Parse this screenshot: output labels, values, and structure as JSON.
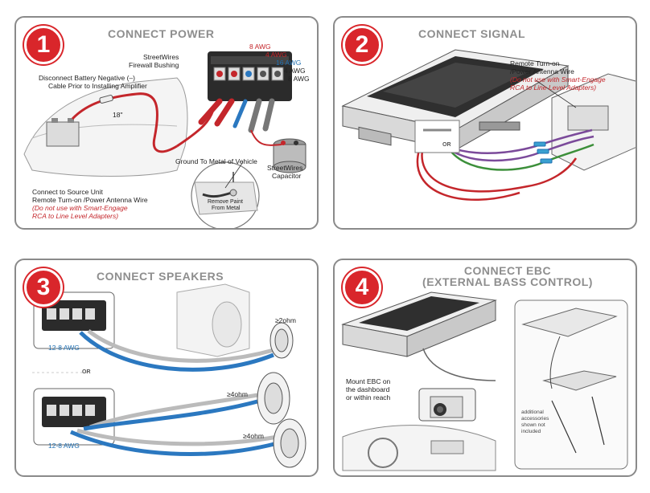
{
  "colors": {
    "accent_red": "#d9262b",
    "wire_red": "#c4262b",
    "wire_blue": "#2b78c0",
    "wire_green": "#3c8f3a",
    "wire_purple": "#7b4a9a",
    "title_gray": "#8e8e8e"
  },
  "panels": {
    "p1": {
      "number": "1",
      "title": "CONNECT POWER",
      "gauges": [
        "8 AWG",
        "4 AWG",
        "16 AWG",
        "4 AWG",
        "8 AWG"
      ],
      "firewall": "StreetWires\nFirewall Bushing",
      "battery_note_1": "Disconnect Battery Negative (–)",
      "battery_note_2": "Cable Prior to Installing Amplifier",
      "fuse_len": "18\"",
      "ground": "Ground To Metal of Vehicle",
      "capacitor_1": "StreetWires",
      "capacitor_2": "Capacitor",
      "source_1": "Connect to Source Unit",
      "source_2": "Remote Turn-on /Power Antenna Wire",
      "warn_1": "(Do not use with Smart-Engage",
      "warn_2": "RCA to Line Level Adapters)",
      "paint_1": "Remove Paint",
      "paint_2": "From Metal"
    },
    "p2": {
      "number": "2",
      "title": "CONNECT SIGNAL",
      "remote_1": "Remote Turn-on",
      "remote_2": "/Power Antenna Wire",
      "warn_1": "(Do not use with Smart-Engage",
      "warn_2": "RCA to Line Level Adapters)",
      "or": "OR"
    },
    "p3": {
      "number": "3",
      "title": "CONNECT SPEAKERS",
      "gauge_top": "12-8 AWG",
      "gauge_bottom": "12-8 AWG",
      "ohm_1": "≥2ohm",
      "ohm_2": "≥4ohm",
      "ohm_3": "≥4ohm",
      "or": "OR"
    },
    "p4": {
      "number": "4",
      "title_1": "CONNECT EBC",
      "title_2": "(EXTERNAL BASS CONTROL)",
      "mount_1": "Mount EBC on",
      "mount_2": "the dashboard",
      "mount_3": "or within reach",
      "acc_1": "additional",
      "acc_2": "accessories",
      "acc_3": "shown not",
      "acc_4": "included"
    }
  }
}
